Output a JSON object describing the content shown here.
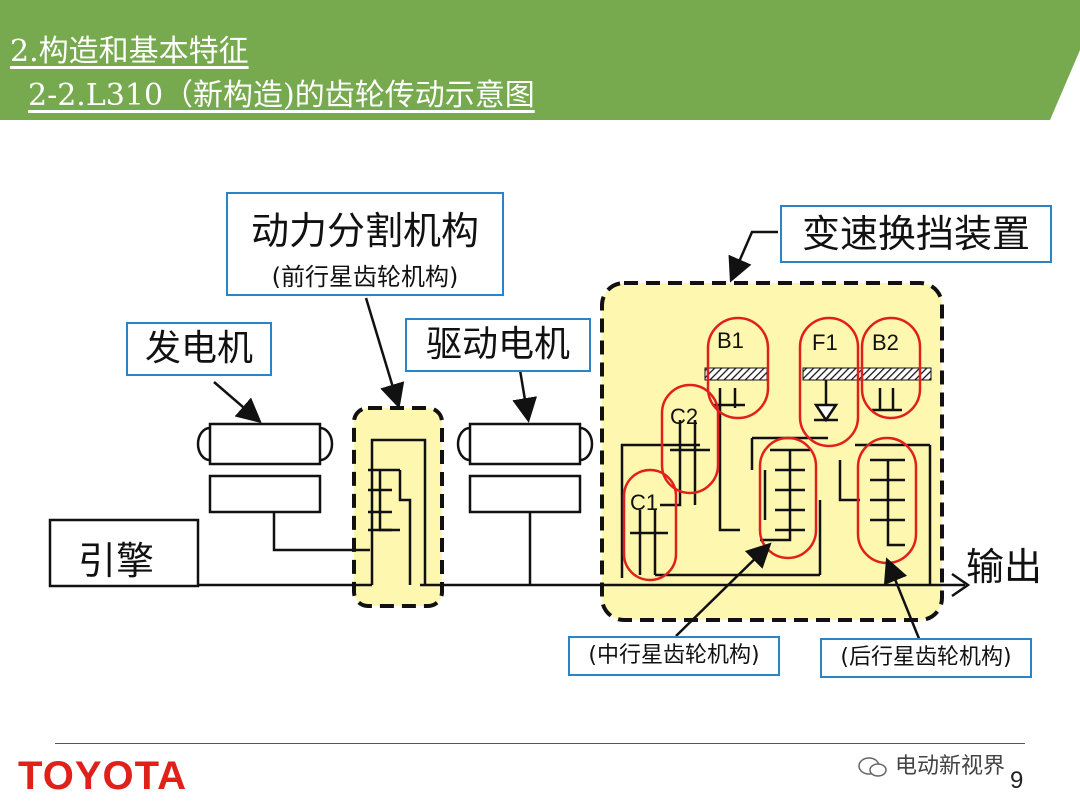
{
  "header": {
    "title": "2.构造和基本特征",
    "subtitle": "2-2.L310（新构造)的齿轮传动示意图"
  },
  "labels": {
    "power_split": "动力分割机构",
    "power_split_sub": "(前行星齿轮机构)",
    "generator": "发电机",
    "drive_motor": "驱动电机",
    "transmission": "变速换挡装置",
    "engine": "引擎",
    "output": "输出",
    "middle_planetary": "(中行星齿轮机构)",
    "rear_planetary": "(后行星齿轮机构)"
  },
  "gear_elements": {
    "b1": "B1",
    "b2": "B2",
    "f1": "F1",
    "c1": "C1",
    "c2": "C2"
  },
  "footer": {
    "brand": "TOYOTA",
    "source": "电动新视界",
    "page": "9"
  },
  "colors": {
    "banner": "#77a94e",
    "highlight": "#fdf7b0",
    "label_border": "#2a84c6",
    "oval": "#e0201b",
    "brand": "#e0201b"
  }
}
